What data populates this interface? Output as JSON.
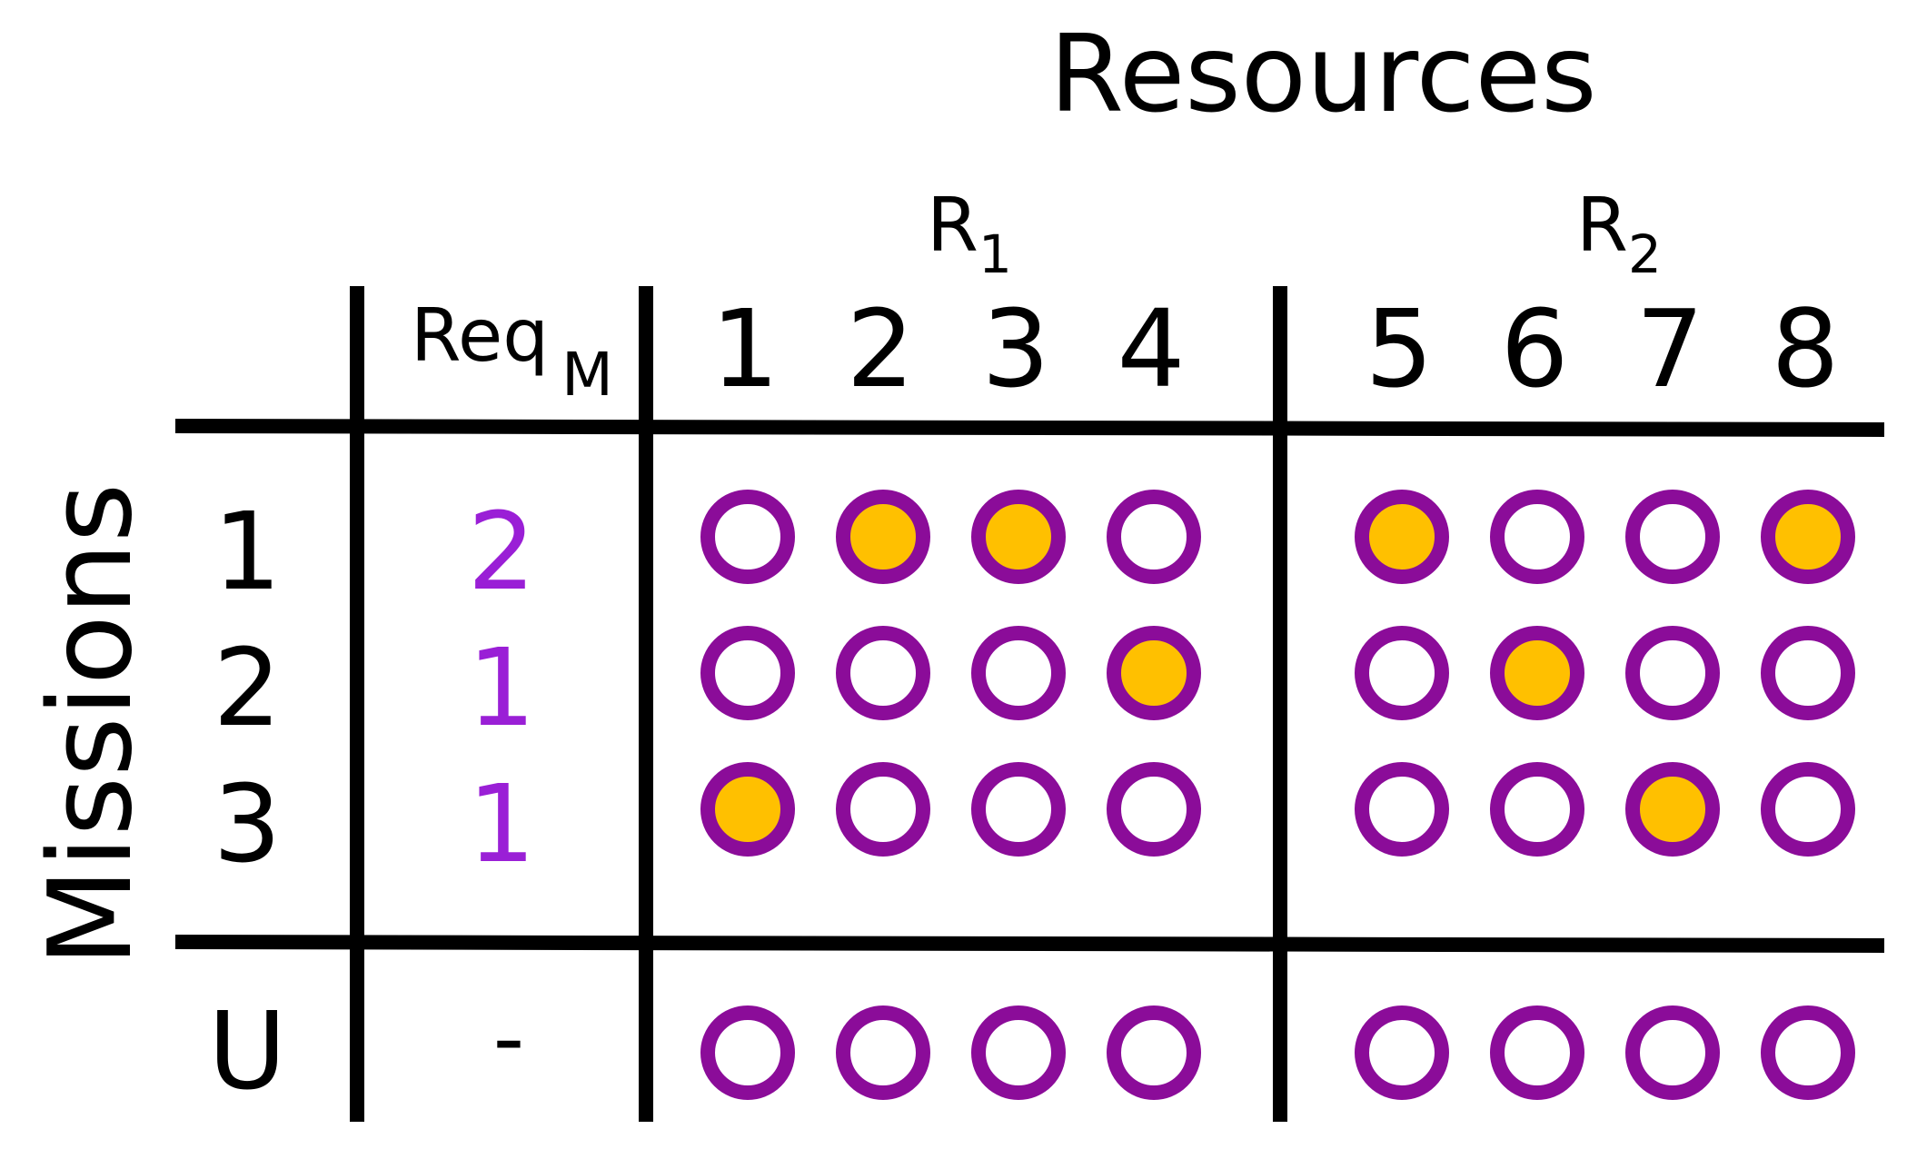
{
  "title": "Resources",
  "missions_label": "Missions",
  "req_label": "Req",
  "req_subscript": "M",
  "colors": {
    "ring": "#8B0C99",
    "fill_assigned": "#FFC000",
    "fill_free": "#FFFFFF",
    "req_value": "#9A1FD6",
    "lines": "#000000"
  },
  "groups": [
    {
      "letter": "R",
      "subscript": "1"
    },
    {
      "letter": "R",
      "subscript": "2"
    }
  ],
  "columns": [
    "1",
    "2",
    "3",
    "4",
    "5",
    "6",
    "7",
    "8"
  ],
  "missions": [
    {
      "label": "1",
      "req": "2",
      "assigned": [
        0,
        1,
        1,
        0,
        1,
        0,
        0,
        1
      ]
    },
    {
      "label": "2",
      "req": "1",
      "assigned": [
        0,
        0,
        0,
        1,
        0,
        1,
        0,
        0
      ]
    },
    {
      "label": "3",
      "req": "1",
      "assigned": [
        1,
        0,
        0,
        0,
        0,
        0,
        1,
        0
      ]
    }
  ],
  "unassigned": {
    "label": "U",
    "req": "-",
    "assigned": [
      0,
      0,
      0,
      0,
      0,
      0,
      0,
      0
    ]
  }
}
